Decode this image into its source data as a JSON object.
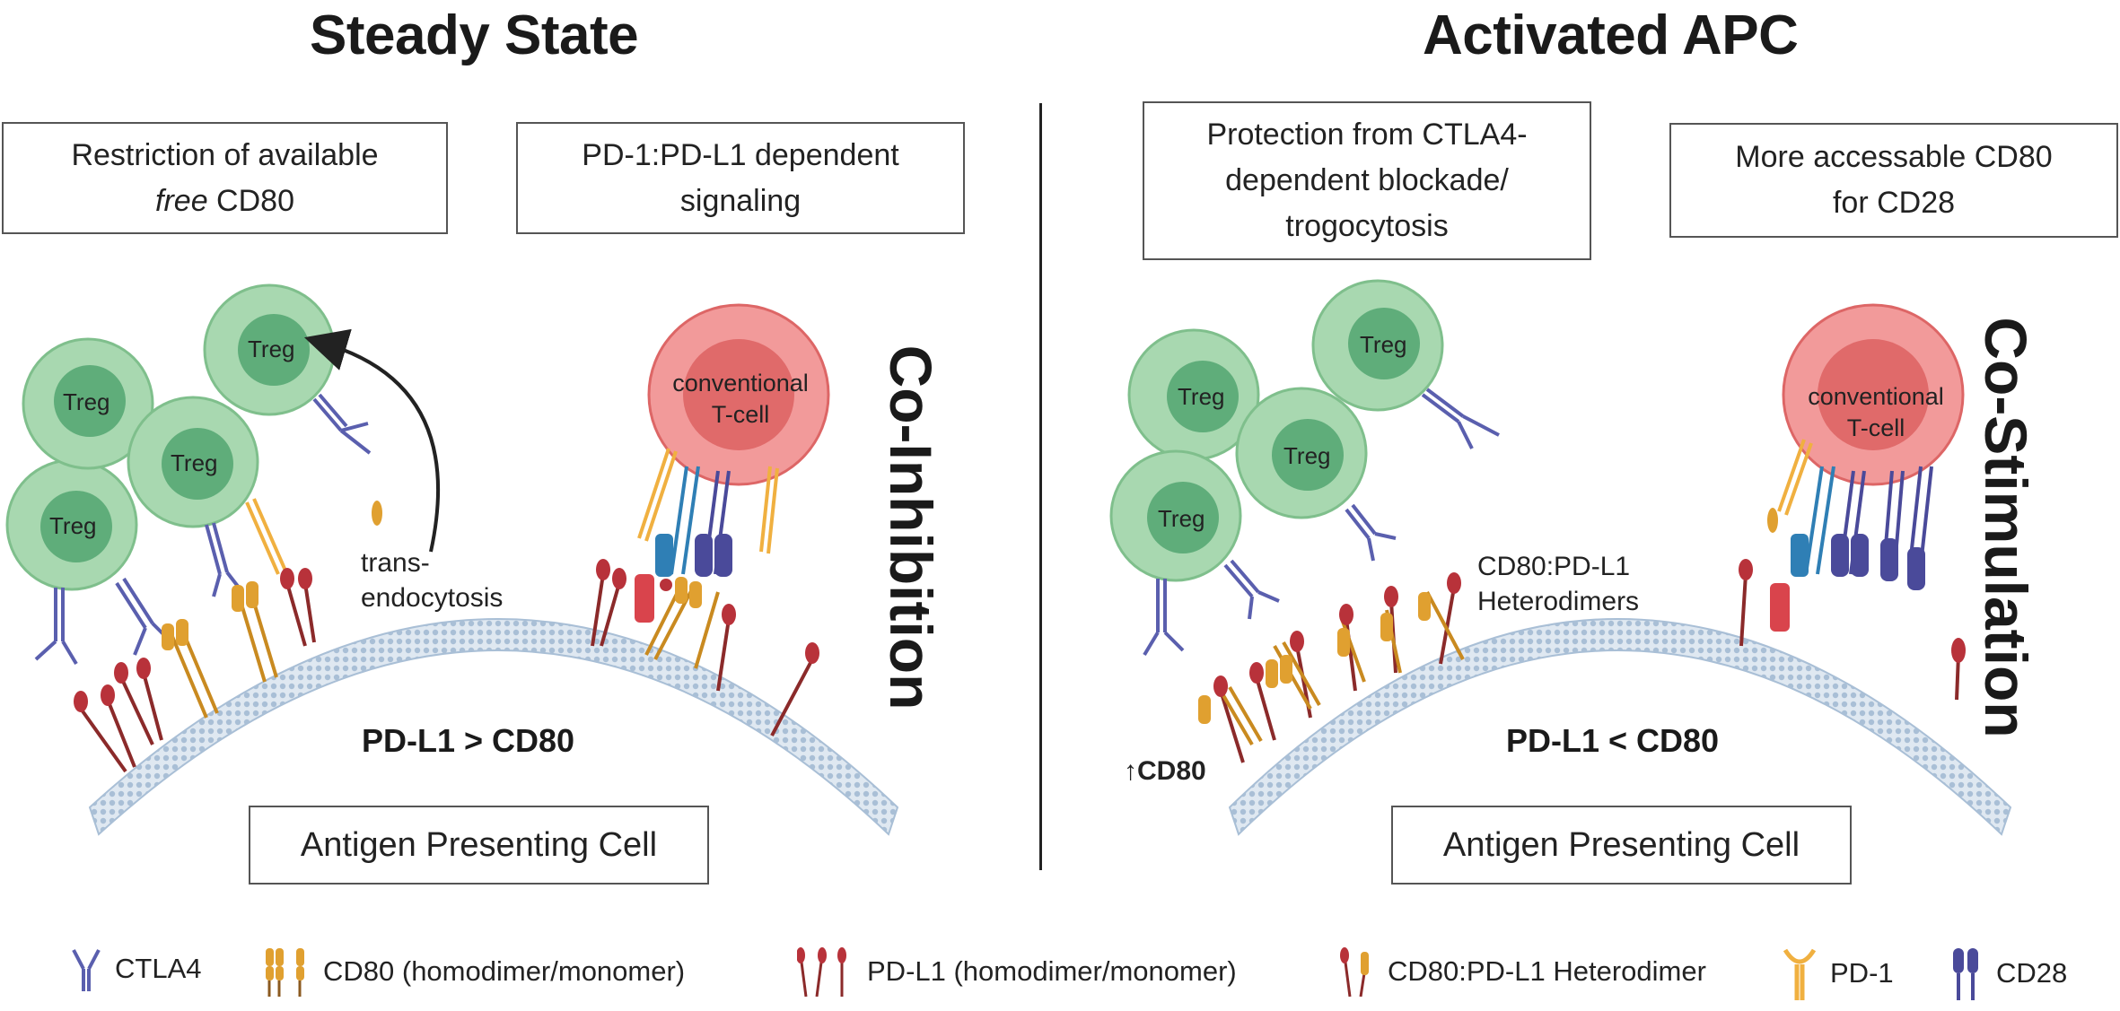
{
  "left_panel": {
    "title": "Steady State",
    "box_restriction": {
      "line1": "Restriction of available",
      "line2_em": "free",
      "line2_rest": " CD80"
    },
    "box_signaling": {
      "line1": "PD-1:PD-L1 dependent",
      "line2": "signaling"
    },
    "vertical_label": "Co-Inhibition",
    "equation": "PD-L1 > CD80",
    "cell_label": "Antigen Presenting Cell",
    "transendocytosis": {
      "line1": "trans-",
      "line2": "endocytosis"
    },
    "treg_label": "Treg",
    "tcell_label": {
      "line1": "conventional",
      "line2": "T-cell"
    }
  },
  "right_panel": {
    "title": "Activated APC",
    "box_protection": {
      "line1": "Protection from CTLA4-",
      "line2": "dependent blockade/",
      "line3": "trogocytosis"
    },
    "box_accessible": {
      "line1": "More accessable CD80",
      "line2": "for CD28"
    },
    "vertical_label": "Co-Stimulation",
    "equation": "PD-L1 < CD80",
    "cell_label": "Antigen Presenting Cell",
    "heterodimers": {
      "line1": "CD80:PD-L1",
      "line2": "Heterodimers"
    },
    "up_cd80": "CD80",
    "treg_label": "Treg",
    "tcell_label": {
      "line1": "conventional",
      "line2": "T-cell"
    }
  },
  "legend": [
    {
      "label": "CTLA4",
      "icon": "ctla4-icon"
    },
    {
      "label": "CD80 (homodimer/monomer)",
      "icon": "cd80-icon"
    },
    {
      "label": "PD-L1 (homodimer/monomer)",
      "icon": "pdl1-icon"
    },
    {
      "label": "CD80:PD-L1 Heterodimer",
      "icon": "heterodimer-icon"
    },
    {
      "label": "PD-1",
      "icon": "pd1-icon"
    },
    {
      "label": "CD28",
      "icon": "cd28-icon"
    }
  ],
  "colors": {
    "treg_outer": "#a8d8b0",
    "treg_inner": "#5fad7a",
    "tcell_outer": "#f29a9a",
    "tcell_inner": "#e06a6a",
    "ctla4": "#5a5fae",
    "cd80": "#e0a030",
    "pdl1": "#b8323a",
    "pd1": "#f0b040",
    "cd28": "#4a4a9a",
    "tcr": "#2f7fb5",
    "membrane": "#a9bfd6"
  }
}
